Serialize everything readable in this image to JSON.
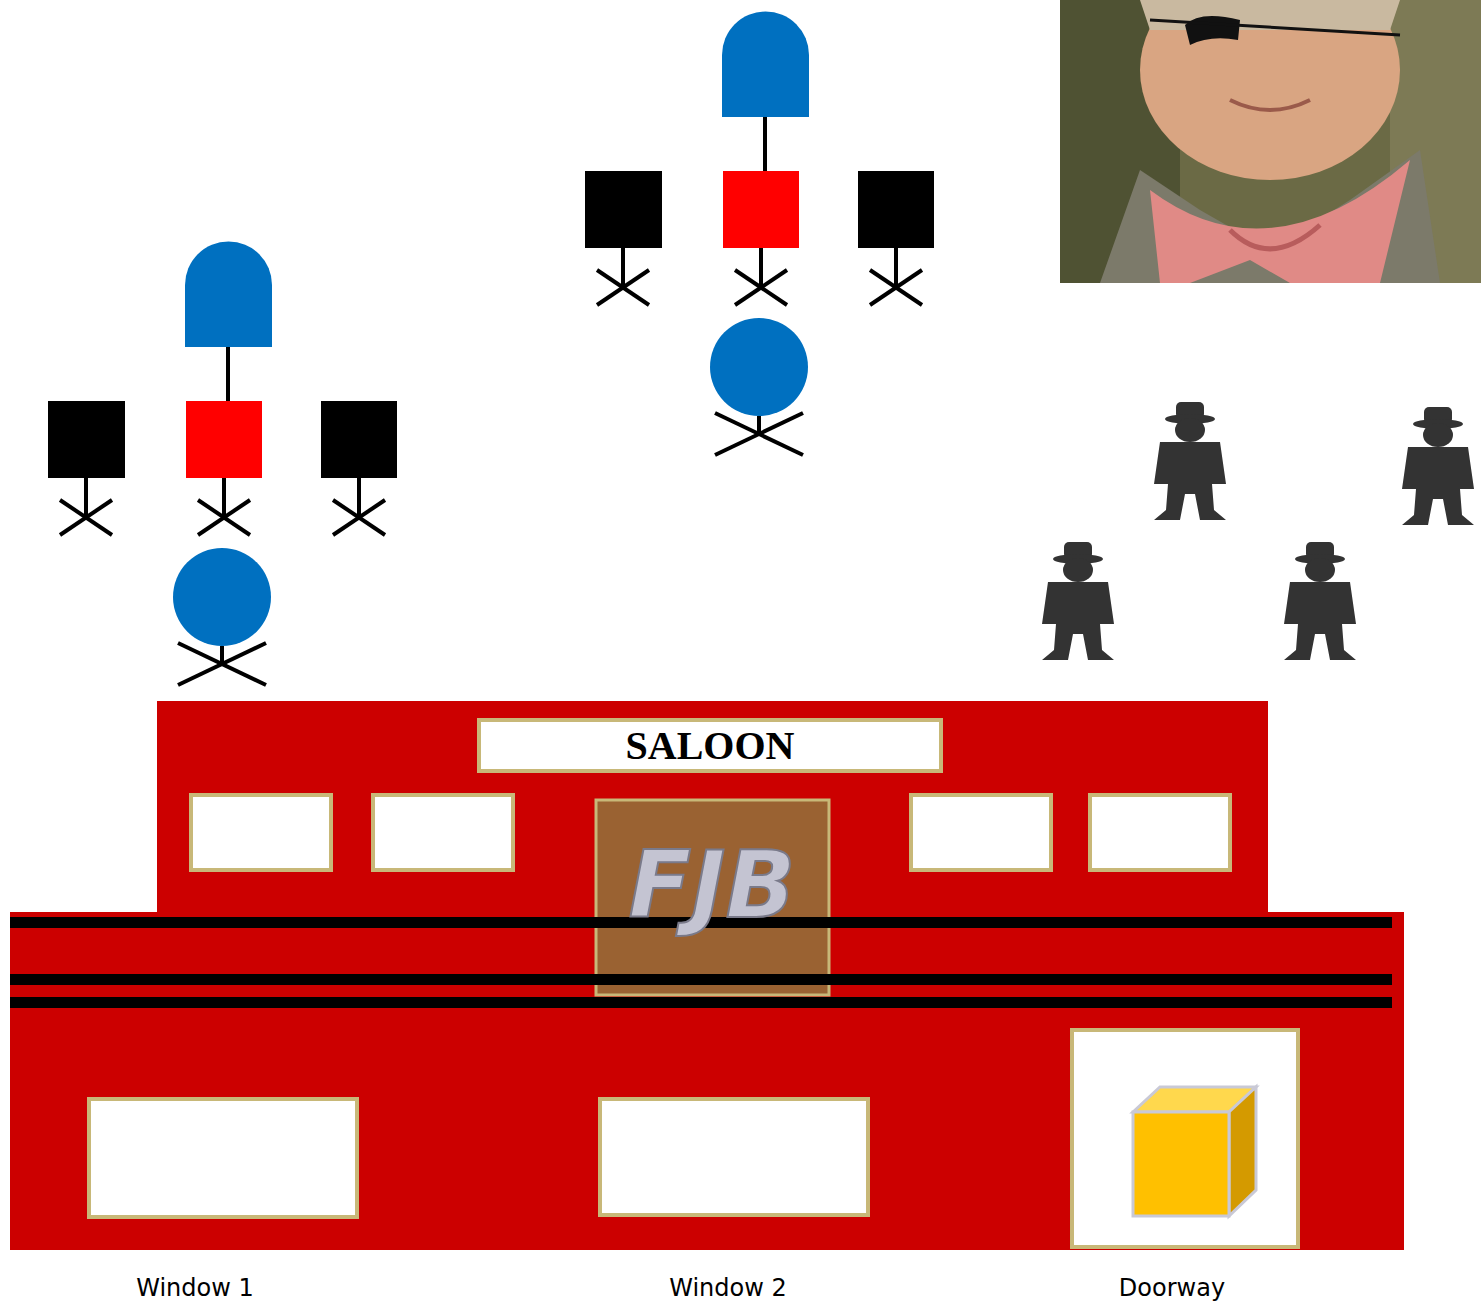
{
  "diagram": {
    "nodes": [
      {
        "text": [
          "SALOON"
        ]
      }
    ],
    "labels": [
      "FJB",
      "Window 1",
      "Window 2",
      "Doorway"
    ]
  }
}
